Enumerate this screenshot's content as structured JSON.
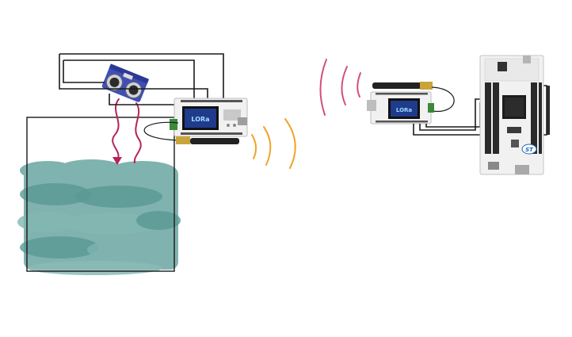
{
  "diagram": {
    "left_board": {
      "oled_text": "LORa"
    },
    "right_board": {
      "oled_text": "LORa"
    },
    "nucleo_board": {
      "logo_text": "ST"
    },
    "colors": {
      "water": "#5d9c98",
      "water_light": "#8bbab6",
      "signal_orange": "#f0a32b",
      "signal_pink": "#d2507a",
      "echo_magenta": "#b3245c",
      "sensor_blue": "#3f4fb5",
      "board_white": "#f1f1f1",
      "oled_blue": "#1f3b8c",
      "antenna_black": "#222222",
      "connector_gold": "#c9a43a"
    },
    "icons": [
      "ultrasonic-sensor-icon",
      "lora-board-icon",
      "antenna-icon",
      "nucleo-board-icon",
      "radio-wave-icon",
      "echo-arrow-icon"
    ]
  }
}
